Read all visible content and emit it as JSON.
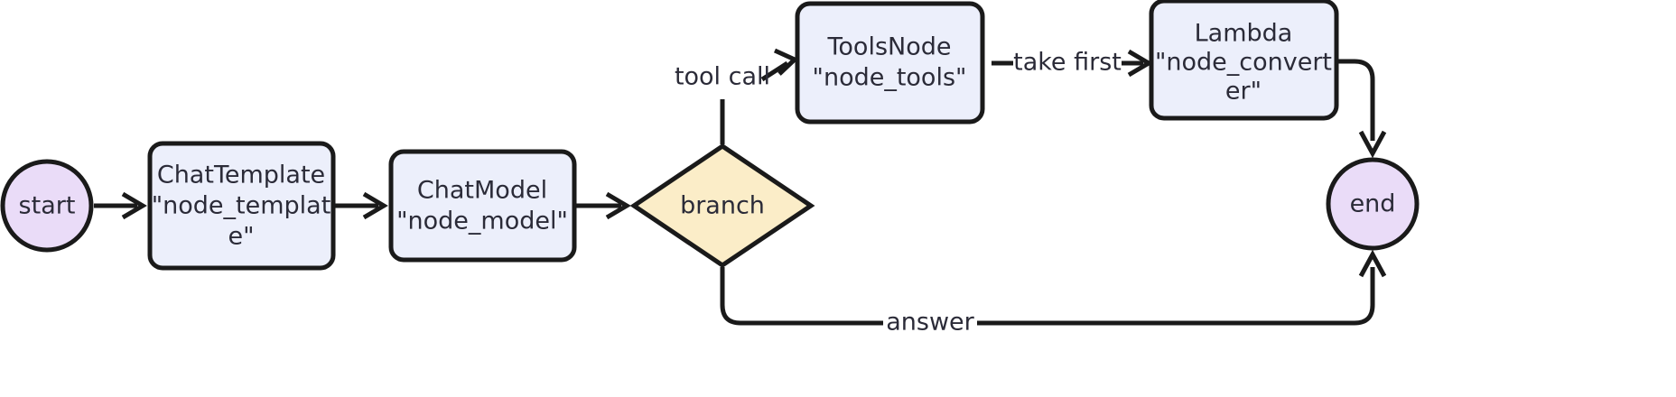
{
  "diagram": {
    "type": "flowchart",
    "orientation": "left-to-right",
    "background_color": "#ffffff",
    "palette": {
      "terminal_fill": "#eadcf8",
      "process_fill": "#eceffb",
      "decision_fill": "#fbedc8",
      "stroke": "#1a1a1a",
      "text": "#2b2b38"
    },
    "nodes": [
      {
        "id": "start",
        "shape": "circle",
        "kind": "terminal",
        "lines": [
          "start"
        ]
      },
      {
        "id": "node_template",
        "shape": "rounded-rect",
        "kind": "process",
        "lines": [
          "ChatTemplate",
          "\"node_templat",
          "e\""
        ]
      },
      {
        "id": "node_model",
        "shape": "rounded-rect",
        "kind": "process",
        "lines": [
          "ChatModel",
          "\"node_model\""
        ]
      },
      {
        "id": "branch",
        "shape": "diamond",
        "kind": "decision",
        "lines": [
          "branch"
        ]
      },
      {
        "id": "node_tools",
        "shape": "rounded-rect",
        "kind": "process",
        "lines": [
          "ToolsNode",
          "\"node_tools\""
        ]
      },
      {
        "id": "node_converter",
        "shape": "rounded-rect",
        "kind": "process",
        "lines": [
          "Lambda",
          "\"node_convert",
          "er\""
        ]
      },
      {
        "id": "end",
        "shape": "circle",
        "kind": "terminal",
        "lines": [
          "end"
        ]
      }
    ],
    "edges": [
      {
        "id": "e1",
        "from": "start",
        "to": "node_template",
        "label": ""
      },
      {
        "id": "e2",
        "from": "node_template",
        "to": "node_model",
        "label": ""
      },
      {
        "id": "e3",
        "from": "node_model",
        "to": "branch",
        "label": ""
      },
      {
        "id": "e4",
        "from": "branch",
        "to": "node_tools",
        "label": "tool call"
      },
      {
        "id": "e5",
        "from": "node_tools",
        "to": "node_converter",
        "label": "take first"
      },
      {
        "id": "e6",
        "from": "node_converter",
        "to": "end",
        "label": ""
      },
      {
        "id": "e7",
        "from": "branch",
        "to": "end",
        "label": "answer"
      }
    ]
  }
}
